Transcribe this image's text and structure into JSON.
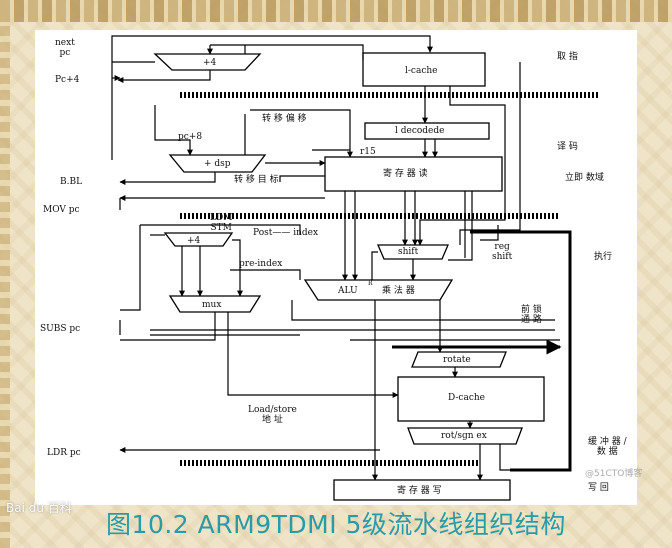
{
  "caption": "图10.2  ARM9TDMI 5级流水线组织结构",
  "watermark_left": "Bai du 百科",
  "watermark_right": "@51CTO博客",
  "left_labels": {
    "next_pc": "next\npc",
    "pc_plus4": "Pc+4",
    "bbl": "B.BL",
    "mov_pc": "MOV pc",
    "subs_pc": "SUBS pc",
    "ldr_pc": "LDR pc"
  },
  "stage_labels": {
    "fetch": "取 指",
    "decode": "译 码",
    "immediate": "立即 数域",
    "execute": "执行",
    "forward_path": "前 锁\n通 路",
    "buffer_data": "缓 冲 器 /\n数 据",
    "writeback": "写 回"
  },
  "blocks": {
    "adder_top": "+4",
    "icache": "l-cache",
    "decode_box": "l decodede",
    "adder_dsp": "+ dsp",
    "reg_read": "寄 存 器 读",
    "adder_ldm": "+4",
    "shift": "shift",
    "alu": "ALU",
    "multiplier": "乘 法 器",
    "mux": "mux",
    "rotate": "rotate",
    "dcache": "D-cache",
    "rot_sgn": "rot/sgn ex",
    "reg_write": "寄 存 器 写"
  },
  "signals": {
    "pc8": "pc+8",
    "branch_offset": "转 移 偏 移",
    "r15": "r15",
    "branch_target": "转 移 目 标",
    "ldm_stm": "LDM\nSTM",
    "post_index": "Post—— index",
    "pre_index": "pre-index",
    "reg_shift": "reg\nshift",
    "load_store": "Load/store\n地 址",
    "sup_r": "R"
  }
}
